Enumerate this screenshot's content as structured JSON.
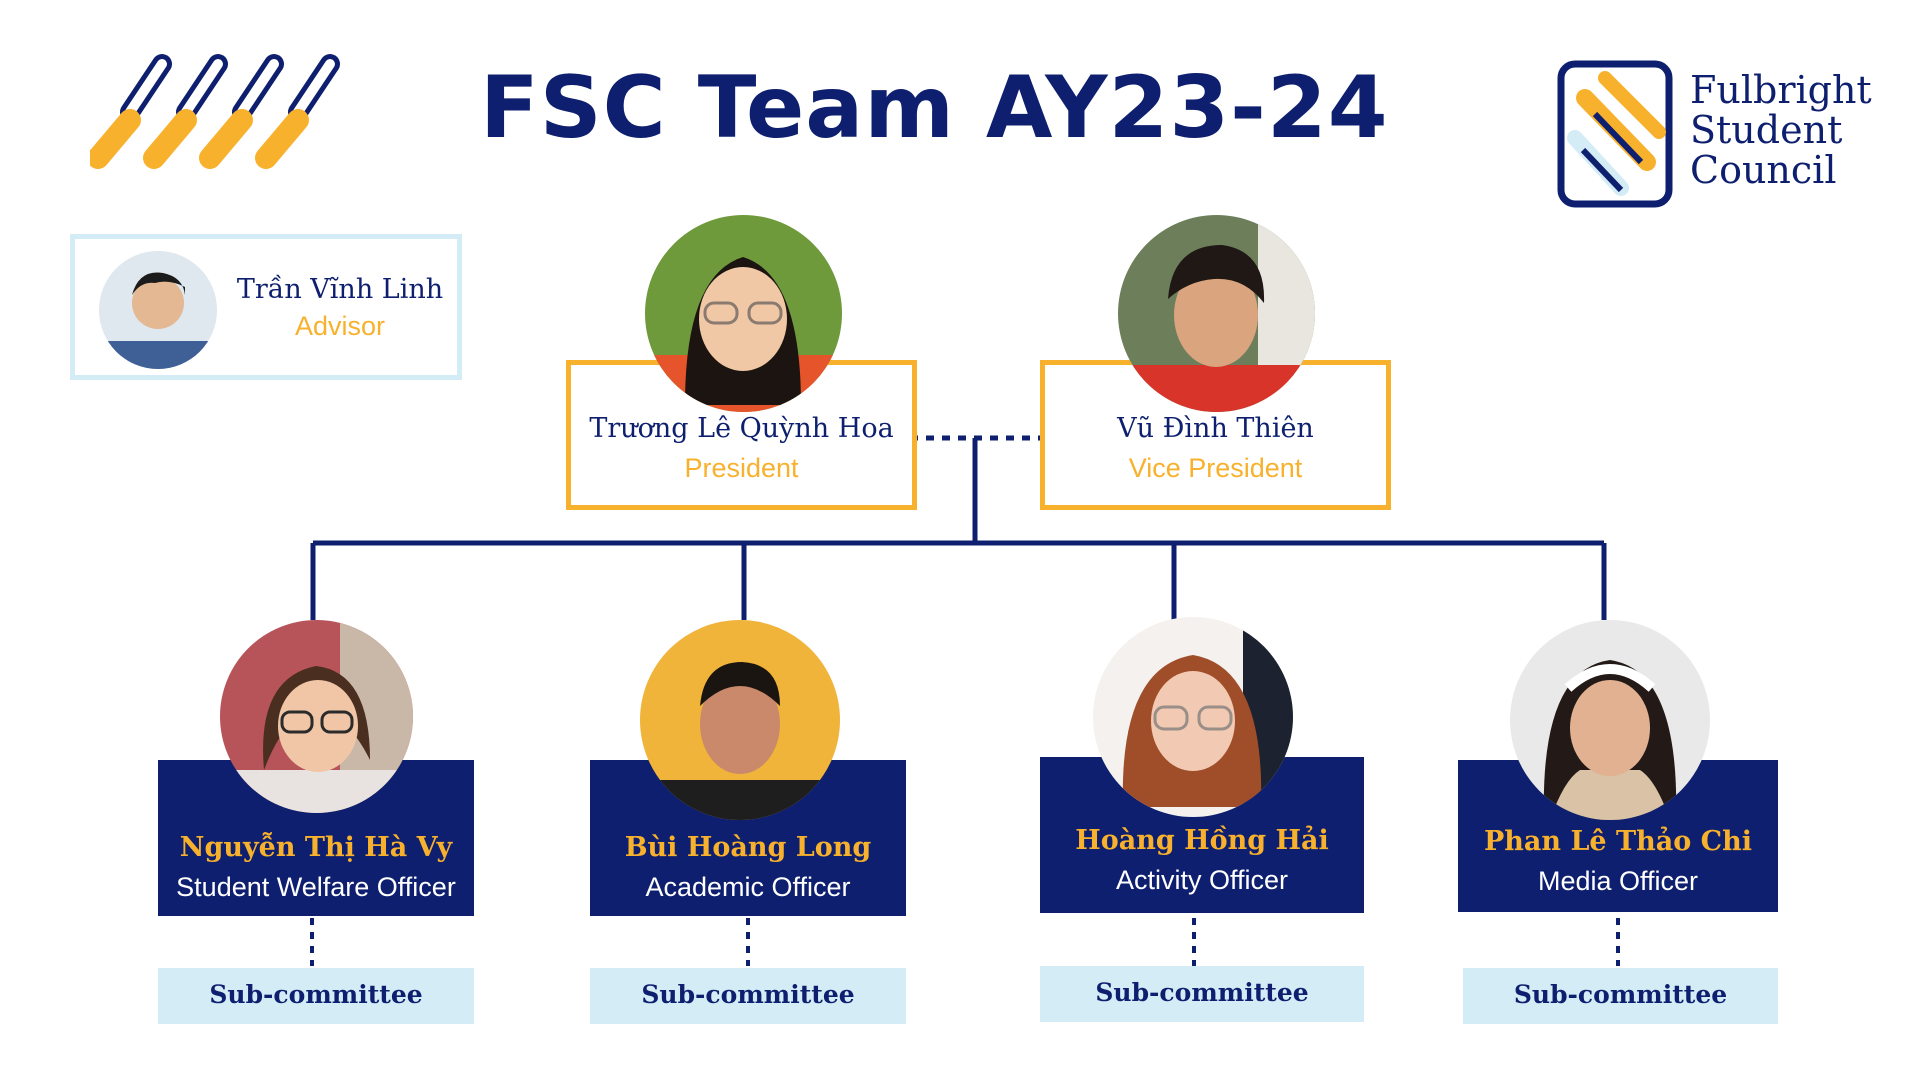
{
  "title": "FSC Team AY23-24",
  "brand": {
    "line1": "Fulbright",
    "line2": "Student",
    "line3": "Council"
  },
  "colors": {
    "navy": "#0d1f6e",
    "gold": "#f8b12c",
    "light_blue": "#d4ecf6"
  },
  "advisor": {
    "name": "Trần Vĩnh Linh",
    "role": "Advisor"
  },
  "executives": [
    {
      "name": "Trương Lê Quỳnh Hoa",
      "role": "President"
    },
    {
      "name": "Vũ Đình Thiên",
      "role": "Vice President"
    }
  ],
  "officers": [
    {
      "name": "Nguyễn Thị Hà Vy",
      "role": "Student Welfare Officer",
      "sub": "Sub-committee"
    },
    {
      "name": "Bùi Hoàng Long",
      "role": "Academic Officer",
      "sub": "Sub-committee"
    },
    {
      "name": "Hoàng Hồng Hải",
      "role": "Activity Officer",
      "sub": "Sub-committee"
    },
    {
      "name": "Phan Lê Thảo Chi",
      "role": "Media Officer",
      "sub": "Sub-committee"
    }
  ]
}
